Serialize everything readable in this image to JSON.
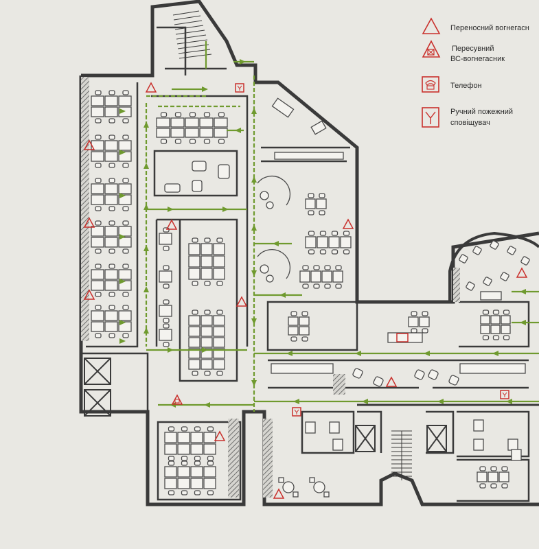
{
  "legend": {
    "items": [
      {
        "key": "extinguisher",
        "lines": [
          "Переносний вогнегасн"
        ]
      },
      {
        "key": "mobile_extinguisher",
        "lines": [
          "Пересувний",
          "ВС-вогнегасник"
        ]
      },
      {
        "key": "phone",
        "lines": [
          "Телефон"
        ]
      },
      {
        "key": "call_point",
        "lines": [
          "Ручний пожежний",
          "сповіщувач"
        ]
      }
    ]
  },
  "colors": {
    "background": "#e9e8e3",
    "wall": "#3a3a3a",
    "route": "#6f9a2e",
    "symbol": "#c9302c",
    "furniture": "#4a4a4a"
  }
}
